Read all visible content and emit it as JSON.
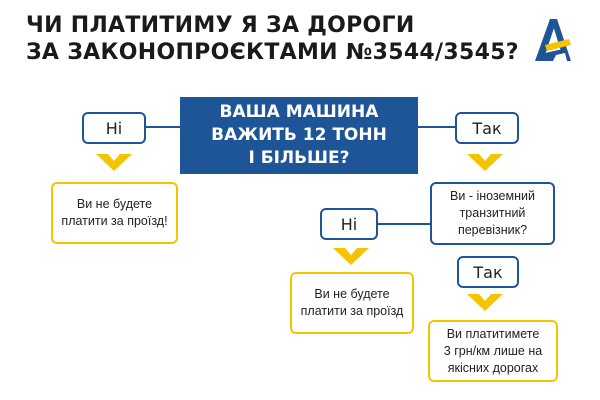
{
  "title": {
    "line1": "ЧИ ПЛАТИТИМУ Я ЗА ДОРОГИ",
    "line2": "ЗА ЗАКОНОПРОЄКТАМИ №3544/3545?"
  },
  "question": {
    "line1": "ВАША МАШИНА",
    "line2": "ВАЖИТЬ 12 ТОНН",
    "line3": "І БІЛЬШЕ?"
  },
  "answers": {
    "no_1": "Ні",
    "yes_1": "Так",
    "no_2": "Ні",
    "yes_2": "Так"
  },
  "outcomes": {
    "no_pay_1": "Ви не будете\nплатити за проїзд!",
    "transit_question": "Ви - іноземний\nтранзитний\nперевізник?",
    "no_pay_2": "Ви не будете\nплатити за проїзд",
    "pay": "Ви платитимете\n3 грн/км лише на\nякісних дорогах"
  },
  "colors": {
    "blue": "#1e5596",
    "yellow": "#f5c400",
    "text": "#1a1a1a"
  },
  "icons": [
    "logo-icon",
    "chevron-down-icon"
  ]
}
